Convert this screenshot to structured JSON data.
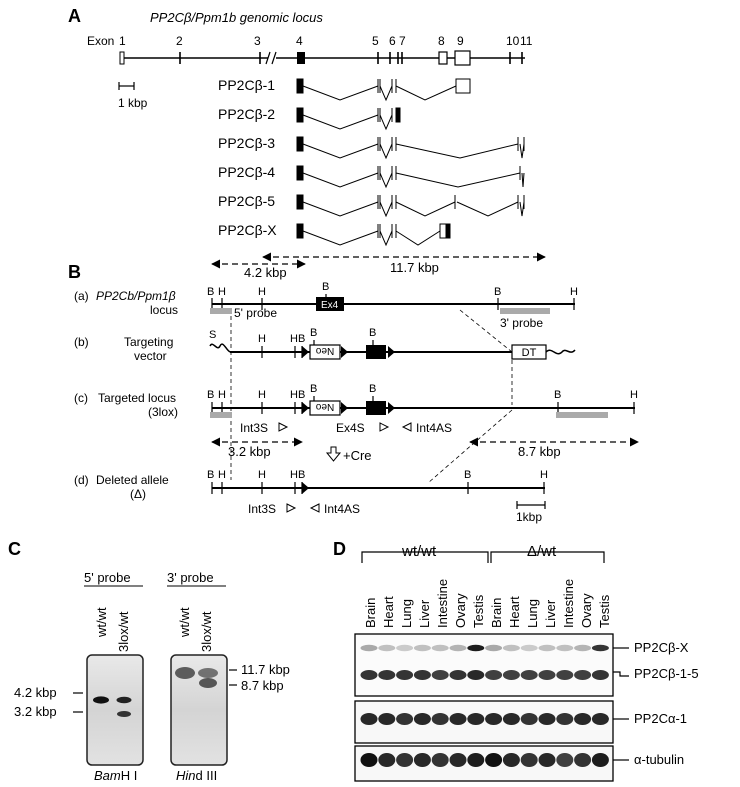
{
  "panelA": {
    "letter": "A",
    "title": "PP2Cβ/Ppm1b genomic locus",
    "exon_prefix": "Exon",
    "exon_labels": [
      "1",
      "2",
      "3",
      "4",
      "5",
      "6",
      "7",
      "8",
      "9",
      "10",
      "11"
    ],
    "scale": "1 kbp",
    "isoforms": [
      "PP2Cβ-1",
      "PP2Cβ-2",
      "PP2Cβ-3",
      "PP2Cβ-4",
      "PP2Cβ-5",
      "PP2Cβ-X"
    ]
  },
  "panelB": {
    "letter": "B",
    "dist_top_left": "4.2 kbp",
    "dist_top_right": "11.7 kbp",
    "row_a_label": "(a)",
    "row_a_title": "PP2Cb/Ppm1β",
    "row_a_sub": "locus",
    "five_probe": "5' probe",
    "three_probe": "3' probe",
    "exon4": "Ex4",
    "row_b_label": "(b)",
    "row_b_title": "Targeting",
    "row_b_sub": "vector",
    "neo": "Neo",
    "dt": "DT",
    "row_c_label": "(c)",
    "row_c_title": "Targeted locus",
    "row_c_sub": "(3lox)",
    "int3s": "Int3S",
    "ex4s": "Ex4S",
    "int4as": "Int4AS",
    "dist_c_left": "3.2 kbp",
    "dist_c_right": "8.7 kbp",
    "cre": "+Cre",
    "row_d_label": "(d)",
    "row_d_title": "Deleted allele",
    "row_d_sub": "(Δ)",
    "scale": "1kbp",
    "site_B": "B",
    "site_H": "H",
    "site_S": "S"
  },
  "panelC": {
    "letter": "C",
    "probe_left": "5' probe",
    "probe_right": "3' probe",
    "lanes": [
      "wt/wt",
      "3lox/wt"
    ],
    "left_sizes": [
      "4.2 kbp",
      "3.2 kbp"
    ],
    "right_sizes": [
      "11.7 kbp",
      "8.7 kbp"
    ],
    "enzyme_left_italic": "Bam",
    "enzyme_left_rest": "H I",
    "enzyme_right_italic": "Hin",
    "enzyme_right_rest": "d III"
  },
  "panelD": {
    "letter": "D",
    "group_left": "wt/wt",
    "group_right": "Δ/wt",
    "tissues": [
      "Brain",
      "Heart",
      "Lung",
      "Liver",
      "Intestine",
      "Ovary",
      "Testis"
    ],
    "bands": [
      "PP2Cβ-X",
      "PP2Cβ-1-5",
      "PP2Cα-1",
      "α-tubulin"
    ]
  }
}
